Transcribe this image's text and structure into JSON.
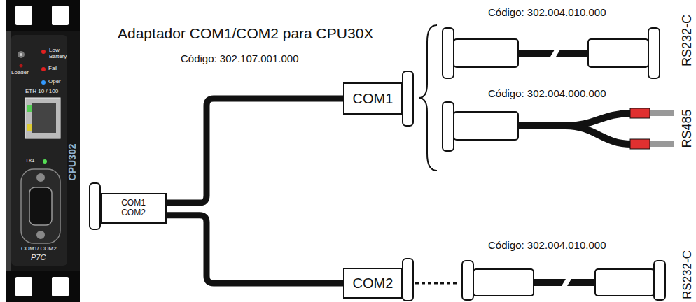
{
  "diagram": {
    "title": "Adaptador COM1/COM2 para CPU30X",
    "nodes": [
      {
        "text": [
          "COM1 COM2"
        ]
      },
      {
        "text": [
          "COM1"
        ]
      },
      {
        "text": [
          "COM2"
        ]
      }
    ],
    "edges": [
      {
        "from": 0,
        "to": 1,
        "arrow": "none"
      },
      {
        "from": 0,
        "to": 2,
        "arrow": "none"
      }
    ],
    "labels": [
      "Low Battery",
      "Loader",
      "Fail",
      "Oper",
      "ETH 10 / 100",
      "CPU302",
      "Tx1",
      "COM1/ COM2",
      "P7C",
      "Código: 302.107.001.000",
      "Código: 302.004.010.000",
      "RS232-C",
      "Código: 302.004.000.000",
      "RS485",
      "Código: 302.004.010.000",
      "RS232-C"
    ]
  }
}
